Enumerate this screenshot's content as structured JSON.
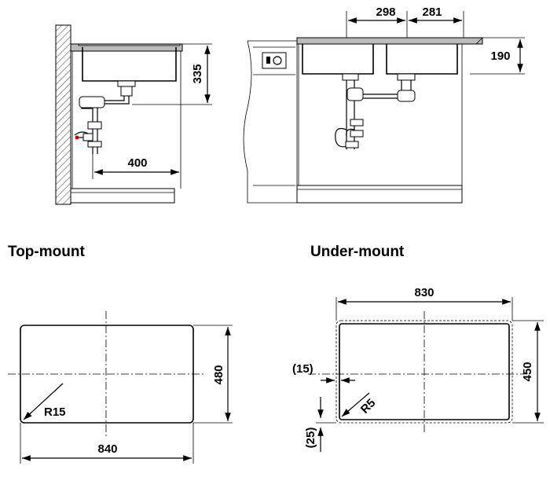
{
  "top_left_drawing": {
    "height_335": "335",
    "depth_400": "400"
  },
  "top_right_drawing": {
    "width_298": "298",
    "width_281": "281",
    "height_190": "190"
  },
  "top_mount": {
    "heading": "Top-mount",
    "width": "840",
    "height": "480",
    "radius": "R15"
  },
  "under_mount": {
    "heading": "Under-mount",
    "width": "830",
    "height": "450",
    "radius": "R5",
    "offset_15": "(15)",
    "offset_25": "(25)"
  }
}
